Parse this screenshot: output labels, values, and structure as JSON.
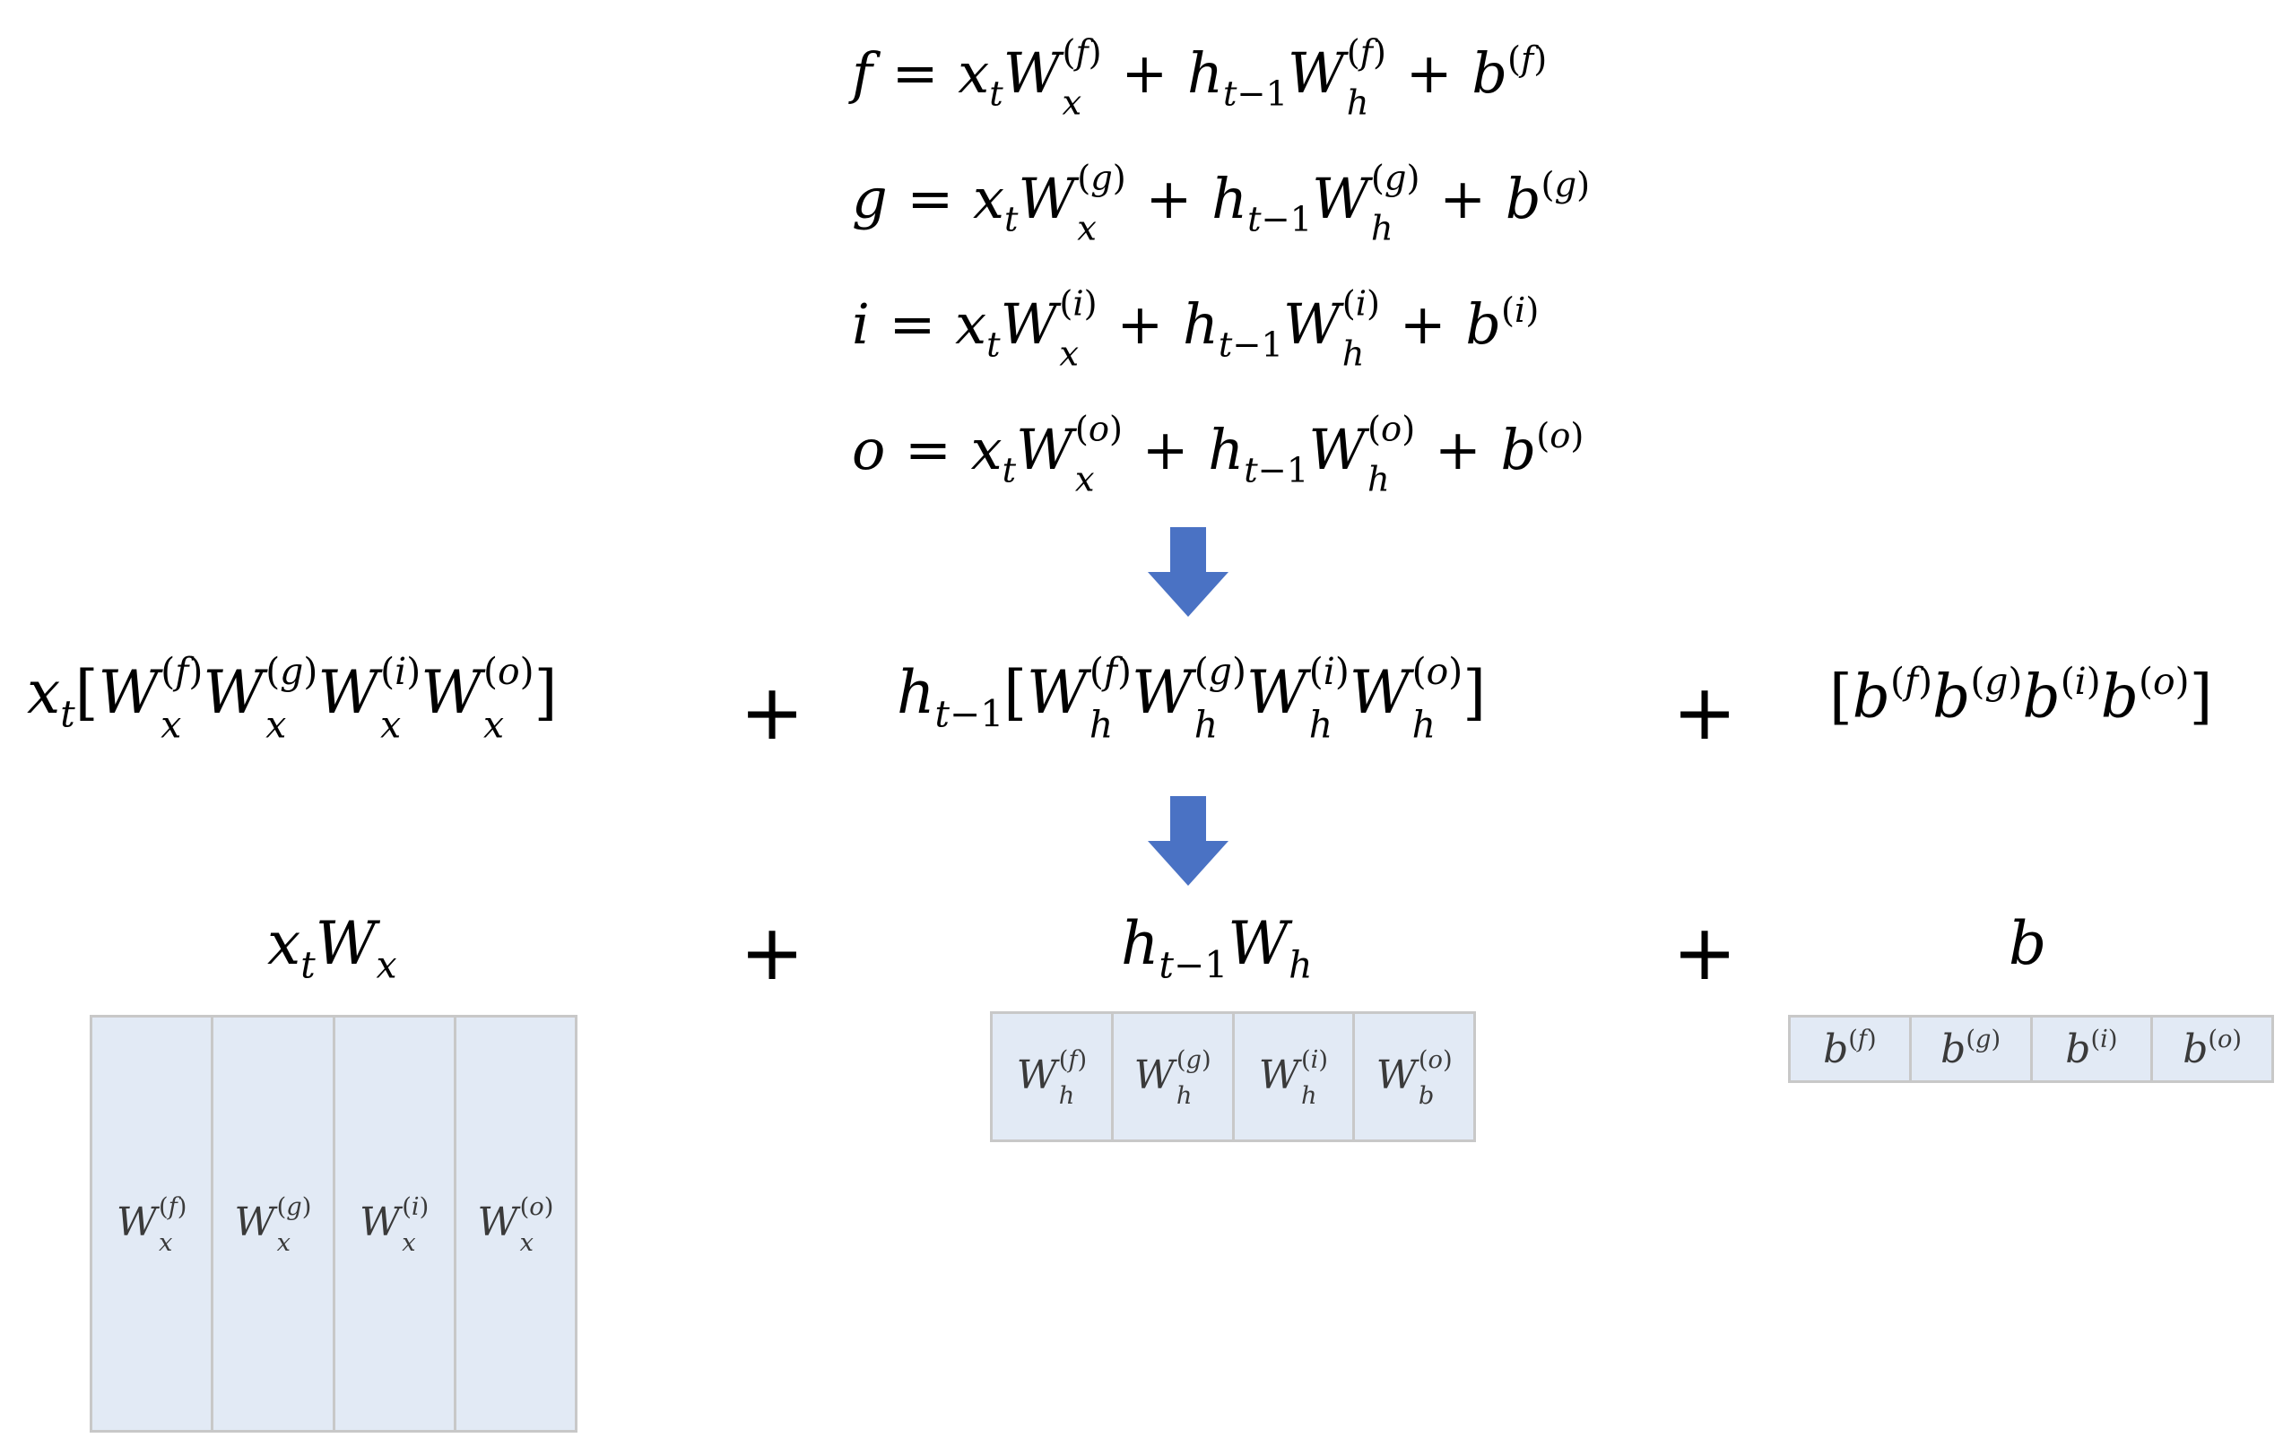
{
  "equations": [
    {
      "lhs": "f",
      "gate": "f"
    },
    {
      "lhs": "g",
      "gate": "g"
    },
    {
      "lhs": "i",
      "gate": "i"
    },
    {
      "lhs": "o",
      "gate": "o"
    }
  ],
  "arrow_color": "#4a72c4",
  "box_fill": "#e2eaf5",
  "box_border": "#c8c8c8",
  "wx_cells": [
    "f",
    "g",
    "i",
    "o"
  ],
  "wh_cells": [
    {
      "sub": "h",
      "gate": "f"
    },
    {
      "sub": "h",
      "gate": "g"
    },
    {
      "sub": "h",
      "gate": "i"
    },
    {
      "sub": "b",
      "gate": "o"
    }
  ],
  "b_cells": [
    "f",
    "g",
    "i",
    "o"
  ],
  "labels": {
    "plus": "+",
    "minus_one": "t−1",
    "x": "x",
    "t": "t",
    "W": "W",
    "h": "h",
    "b": "b",
    "lbr": "[",
    "rbr": "]",
    "eq": "="
  }
}
